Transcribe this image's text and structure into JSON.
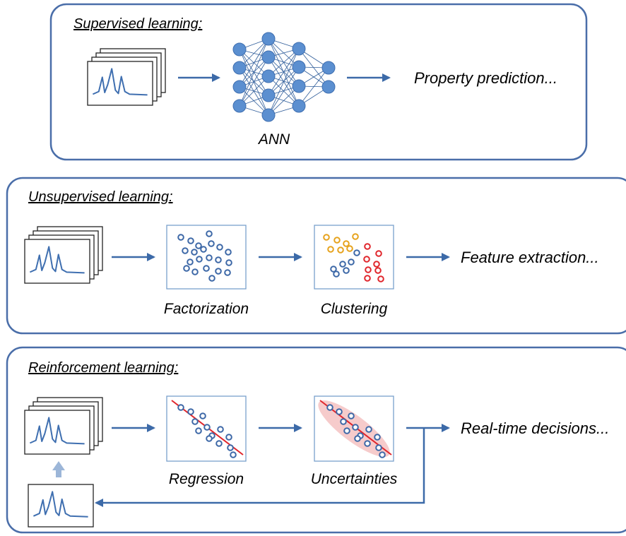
{
  "colors": {
    "panel_border": "#4a6ea9",
    "arrow": "#3c6aa8",
    "node": "#5b8fd0",
    "node_stroke": "#3f6fb0",
    "spectrum_line": "#3f6fb0",
    "point_blue": "#3d68a7",
    "point_orange": "#e6a21c",
    "point_red": "#e0262c",
    "fit_line": "#e0262c",
    "uncertainty_band": "#f4c2c2",
    "refresh_arrow": "#9cb6d8"
  },
  "panels": {
    "supervised": {
      "heading": "Supervised learning:",
      "model_caption": "ANN",
      "output": "Property prediction..."
    },
    "unsupervised": {
      "heading": "Unsupervised learning:",
      "step1_caption": "Factorization",
      "step2_caption": "Clustering",
      "output": "Feature extraction..."
    },
    "reinforcement": {
      "heading": "Reinforcement learning:",
      "step1_caption": "Regression",
      "step2_caption": "Uncertainties",
      "output": "Real-time decisions..."
    }
  }
}
